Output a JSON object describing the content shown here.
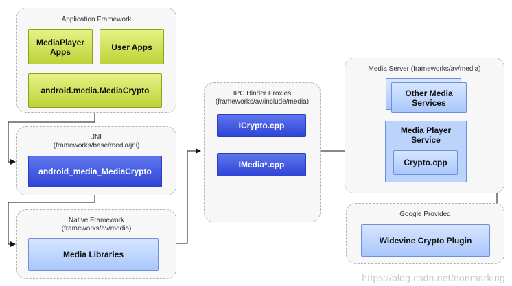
{
  "groups": {
    "app_framework": "Application Framework",
    "jni": "JNI\n(frameworks/base/media/jni)",
    "native_framework": "Native Framework\n(frameworks/av/media)",
    "ipc": "IPC Binder Proxies\n(frameworks/av/include/media)",
    "media_server": "Media Server (frameworks/av/media)",
    "google": "Google Provided"
  },
  "boxes": {
    "mediaplayer_apps": "MediaPlayer\nApps",
    "user_apps": "User Apps",
    "media_crypto": "android.media.MediaCrypto",
    "jni_media_crypto": "android_media_MediaCrypto",
    "media_libraries": "Media Libraries",
    "icrypto": "ICrypto.cpp",
    "imedia": "IMedia*.cpp",
    "other_media_services": "Other Media\nServices",
    "media_player_service": "Media Player\nService",
    "crypto_cpp": "Crypto.cpp",
    "widevine": "Widevine Crypto Plugin"
  },
  "watermark": "https://blog.csdn.net/nonmarking"
}
